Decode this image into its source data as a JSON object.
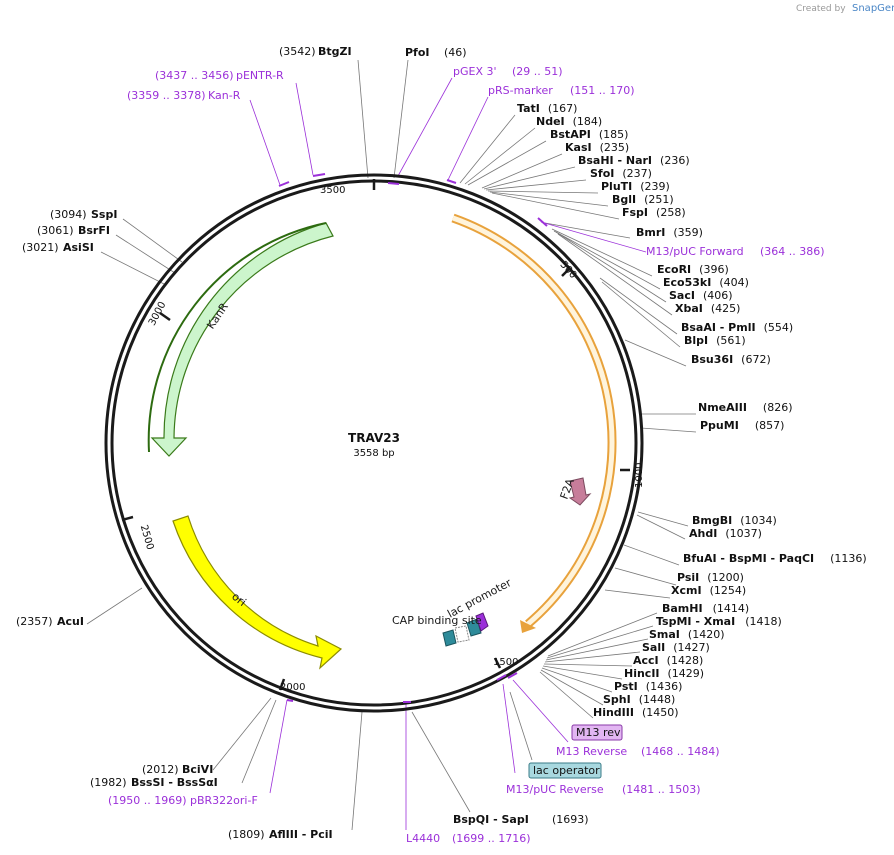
{
  "credit": {
    "prefix": "Created by",
    "brand": "SnapGene"
  },
  "plasmid": {
    "name": "TRAV23",
    "length": "3558 bp"
  },
  "ruler": [
    "500",
    "1000",
    "1500",
    "2000",
    "2500",
    "3000",
    "3500"
  ],
  "features": {
    "kanr": "KanR",
    "ori": "ori",
    "f2a": "F2A",
    "cap": "CAP binding site",
    "lac_promoter": "lac promoter"
  },
  "boxed": {
    "m13_rev": "M13 rev",
    "lac_operator": "lac operator"
  },
  "right_sites": [
    {
      "name": "TatI",
      "pos": "(167)"
    },
    {
      "name": "NdeI",
      "pos": "(184)"
    },
    {
      "name": "BstAPI",
      "pos": "(185)"
    },
    {
      "name": "KasI",
      "pos": "(235)"
    },
    {
      "name": "BsaHI  - NarI",
      "pos": "(236)"
    },
    {
      "name": "SfoI",
      "pos": "(237)"
    },
    {
      "name": "PluTI",
      "pos": "(239)"
    },
    {
      "name": "BglI",
      "pos": "(251)"
    },
    {
      "name": "FspI",
      "pos": "(258)"
    },
    {
      "name": "BmrI",
      "pos": "(359)"
    },
    {
      "name": "EcoRI",
      "pos": "(396)"
    },
    {
      "name": "Eco53kI",
      "pos": "(404)"
    },
    {
      "name": "SacI",
      "pos": "(406)"
    },
    {
      "name": "XbaI",
      "pos": "(425)"
    },
    {
      "name": "BsaAI  - PmlI",
      "pos": "(554)"
    },
    {
      "name": "BlpI",
      "pos": "(561)"
    },
    {
      "name": "Bsu36I",
      "pos": "(672)"
    },
    {
      "name": "NmeAIII",
      "pos": "(826)"
    },
    {
      "name": "PpuMI",
      "pos": "(857)"
    },
    {
      "name": "BmgBI",
      "pos": "(1034)"
    },
    {
      "name": "AhdI",
      "pos": "(1037)"
    },
    {
      "name": "BfuAI  - BspMI  - PaqCI",
      "pos": "(1136)"
    },
    {
      "name": "PsiI",
      "pos": "(1200)"
    },
    {
      "name": "XcmI",
      "pos": "(1254)"
    },
    {
      "name": "BamHI",
      "pos": "(1414)"
    },
    {
      "name": "TspMI  - XmaI",
      "pos": "(1418)"
    },
    {
      "name": "SmaI",
      "pos": "(1420)"
    },
    {
      "name": "SalI",
      "pos": "(1427)"
    },
    {
      "name": "AccI",
      "pos": "(1428)"
    },
    {
      "name": "HincII",
      "pos": "(1429)"
    },
    {
      "name": "PstI",
      "pos": "(1436)"
    },
    {
      "name": "SphI",
      "pos": "(1448)"
    },
    {
      "name": "HindIII",
      "pos": "(1450)"
    }
  ],
  "top_sites": [
    {
      "name": "BtgZI",
      "pos": "(3542)"
    },
    {
      "name": "PfoI",
      "pos": "(46)"
    }
  ],
  "left_sites": [
    {
      "name": "SspI",
      "pos": "(3094)"
    },
    {
      "name": "BsrFI",
      "pos": "(3061)"
    },
    {
      "name": "AsiSI",
      "pos": "(3021)"
    },
    {
      "name": "AcuI",
      "pos": "(2357)"
    }
  ],
  "bottom_sites": [
    {
      "name": "BciVI",
      "pos": "(2012)"
    },
    {
      "name": "BssSI  - BssSαI",
      "pos": "(1982)"
    },
    {
      "name": "AflIII  - PciI",
      "pos": "(1809)"
    },
    {
      "name": "BspQI  - SapI",
      "pos": "(1693)"
    }
  ],
  "primers": [
    {
      "name": "pENTR-R",
      "range": "(3437 .. 3456)"
    },
    {
      "name": "Kan-R",
      "range": "(3359 .. 3378)"
    },
    {
      "name": "pGEX 3'",
      "range": "(29 .. 51)"
    },
    {
      "name": "pRS-marker",
      "range": "(151 .. 170)"
    },
    {
      "name": "M13/pUC Forward",
      "range": "(364 .. 386)"
    },
    {
      "name": "M13 Reverse",
      "range": "(1468 .. 1484)"
    },
    {
      "name": "M13/pUC Reverse",
      "range": "(1481 .. 1503)"
    },
    {
      "name": "pBR322ori-F",
      "range": "(1950 .. 1969)"
    },
    {
      "name": "L4440",
      "range": "(1699 .. 1716)"
    }
  ],
  "colors": {
    "backbone": "#1a1a1a",
    "primer": "#9b30d9",
    "kanr_fill": "#ccf5cc",
    "kanr_edge": "#3a7a1a",
    "ori_fill": "#ffff00",
    "orf_edge": "#e8a23c",
    "f2a_fill": "#c77d9a",
    "promoter_fill": "#2e8b9a",
    "m13_box": "#e2b6f2",
    "operator_box": "#a8d8df"
  }
}
